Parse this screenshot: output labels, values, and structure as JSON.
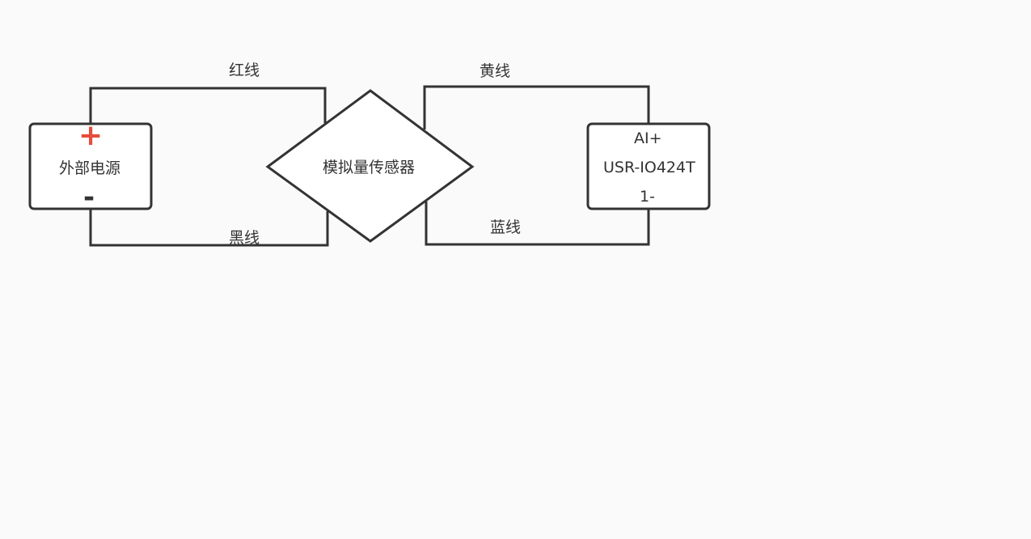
{
  "diagram": {
    "power_source": {
      "label": "外部电源",
      "plus_symbol": "+",
      "minus_symbol": "-"
    },
    "sensor": {
      "label": "模拟量传感器"
    },
    "device": {
      "label_ai_plus": "AI+",
      "label_model": "USR-IO424T",
      "label_minus": "1-"
    },
    "wires": {
      "red": "红线",
      "black": "黑线",
      "yellow": "黄线",
      "blue": "蓝线"
    },
    "colors": {
      "stroke": "#333333",
      "plus": "#e74c3c",
      "background": "#fafafa"
    }
  }
}
